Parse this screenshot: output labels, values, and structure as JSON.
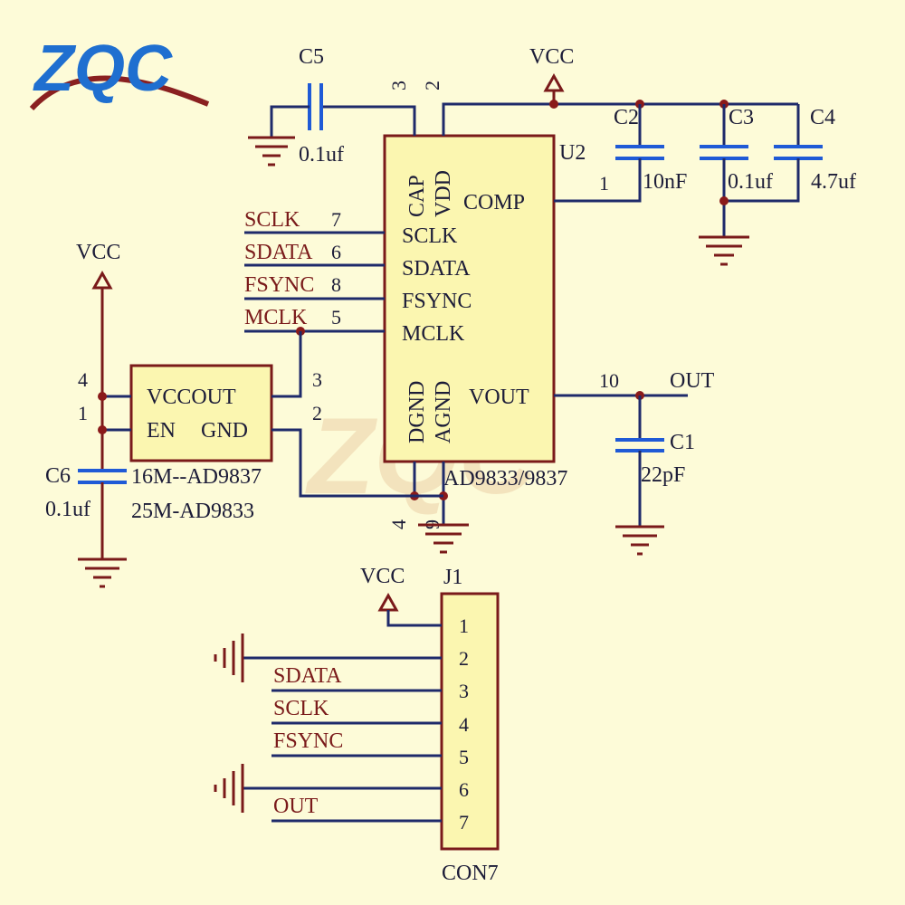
{
  "logo": {
    "text": "ZQC",
    "color_z": "#c02020",
    "color_qc": "#1f6fd0"
  },
  "watermark": {
    "text": "ZQC"
  },
  "colors": {
    "background": "#fdfbd8",
    "wire": "#1e2a6a",
    "net_label": "#7a1a1a",
    "capacitor": "#1f5ad6",
    "junction": "#8a1a1a",
    "ic_fill": "#fbf6b0"
  },
  "u2": {
    "ref": "U2",
    "part": "AD9833/9837",
    "pins_left": [
      "SCLK",
      "SDATA",
      "FSYNC",
      "MCLK"
    ],
    "pin_top_cap": "CAP",
    "pin_top_vdd": "VDD",
    "pin_bottom_dgnd": "DGND",
    "pin_bottom_agnd": "AGND",
    "pin_comp": "COMP",
    "pin_vout": "VOUT",
    "num_cap": "3",
    "num_vdd": "2",
    "num_comp": "1",
    "num_sclk": "7",
    "num_sdata": "6",
    "num_fsync": "8",
    "num_mclk": "5",
    "num_vout": "10",
    "num_dgnd": "4",
    "num_agnd": "9"
  },
  "nets": {
    "sclk": "SCLK",
    "sdata": "SDATA",
    "fsync": "FSYNC",
    "mclk": "MCLK",
    "out": "OUT",
    "vcc": "VCC"
  },
  "caps": {
    "c1": {
      "ref": "C1",
      "value": "22pF"
    },
    "c2": {
      "ref": "C2",
      "value": "10nF"
    },
    "c3": {
      "ref": "C3",
      "value": "0.1uf"
    },
    "c4": {
      "ref": "C4",
      "value": "4.7uf"
    },
    "c5": {
      "ref": "C5",
      "value": "0.1uf"
    },
    "c6": {
      "ref": "C6",
      "value": "0.1uf"
    }
  },
  "oscillator": {
    "vccout": "VCCOUT",
    "en": "EN",
    "gnd": "GND",
    "num_4": "4",
    "num_1": "1",
    "num_3": "3",
    "num_2": "2",
    "note1": "16M--AD9837",
    "note2": "25M-AD9833"
  },
  "j1": {
    "ref": "J1",
    "part": "CON7",
    "pins": [
      "1",
      "2",
      "3",
      "4",
      "5",
      "6",
      "7"
    ],
    "labels": {
      "sdata": "SDATA",
      "sclk": "SCLK",
      "fsync": "FSYNC",
      "out": "OUT"
    }
  }
}
